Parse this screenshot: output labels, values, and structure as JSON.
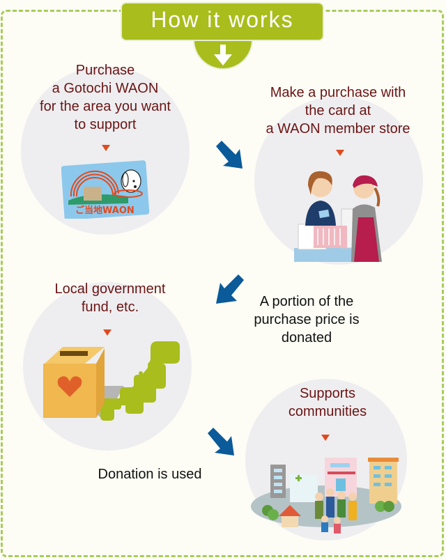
{
  "header": {
    "title": "How it works",
    "down_arrow_icon": "arrow-down"
  },
  "colors": {
    "accent_green": "#a9bd1c",
    "border_green": "#a8cc5a",
    "title_maroon": "#6b1414",
    "arrow_blue": "#0b5a99",
    "marker_red": "#e04a1e",
    "circle_gray": "#eeeef0",
    "background": "#fdfdf6"
  },
  "steps": [
    {
      "title": "Purchase a Gotochi WAON for the area you want to support",
      "lines": [
        "Purchase",
        "a Gotochi WAON",
        "for the area you want",
        "to support"
      ],
      "image": "gotochi-waon-card",
      "card_text": "ご当地WAON"
    },
    {
      "title": "Make a purchase with the card at a WAON member store",
      "lines": [
        "Make a purchase with",
        "the card at",
        "a WAON member store"
      ],
      "image": "store-checkout-illustration"
    },
    {
      "title": "Local government fund, etc.",
      "lines": [
        "Local government",
        "fund, etc."
      ],
      "image": "donation-box-japan-map"
    },
    {
      "title": "Supports communities",
      "lines": [
        "Supports",
        "communities"
      ],
      "image": "community-town-illustration"
    }
  ],
  "connectors": [
    {
      "from": 1,
      "to": 2,
      "label": ""
    },
    {
      "from": 2,
      "to": 3,
      "label": "A portion of the purchase price is donated",
      "lines": [
        "A portion of the",
        "purchase price is",
        "donated"
      ]
    },
    {
      "from": 3,
      "to": 4,
      "label": "Donation is used",
      "lines": [
        "Donation is used"
      ]
    }
  ]
}
